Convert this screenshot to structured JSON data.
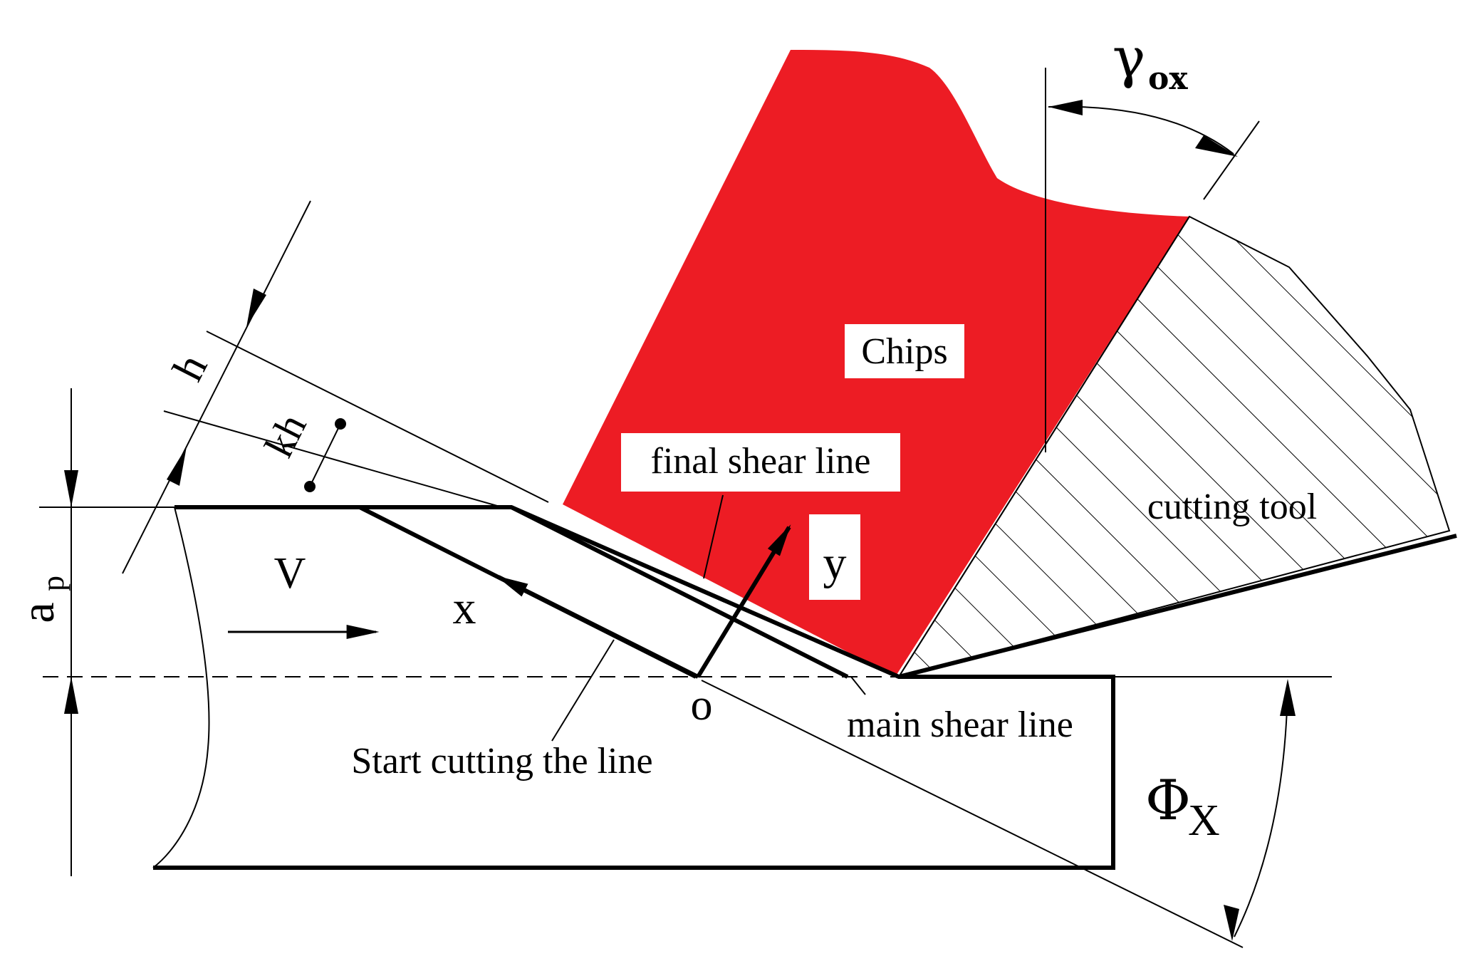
{
  "colors": {
    "chip": "#ED1C24",
    "line": "#000000",
    "background": "#FFFFFF"
  },
  "labels": {
    "chips": "Chips",
    "final_shear_line": "final shear line",
    "cutting_tool": "cutting tool",
    "main_shear_line": "main shear line",
    "start_cutting_line": "Start cutting the line",
    "velocity": "V",
    "x_axis": "x",
    "y_axis": "y",
    "origin": "o",
    "thickness": "h",
    "compressed_thickness": "kh",
    "depth_a": "a",
    "depth_sub": "p",
    "rake_symbol": "γ",
    "rake_sub": "ox",
    "shear_angle_symbol": "Φ",
    "shear_angle_sub": "X"
  }
}
